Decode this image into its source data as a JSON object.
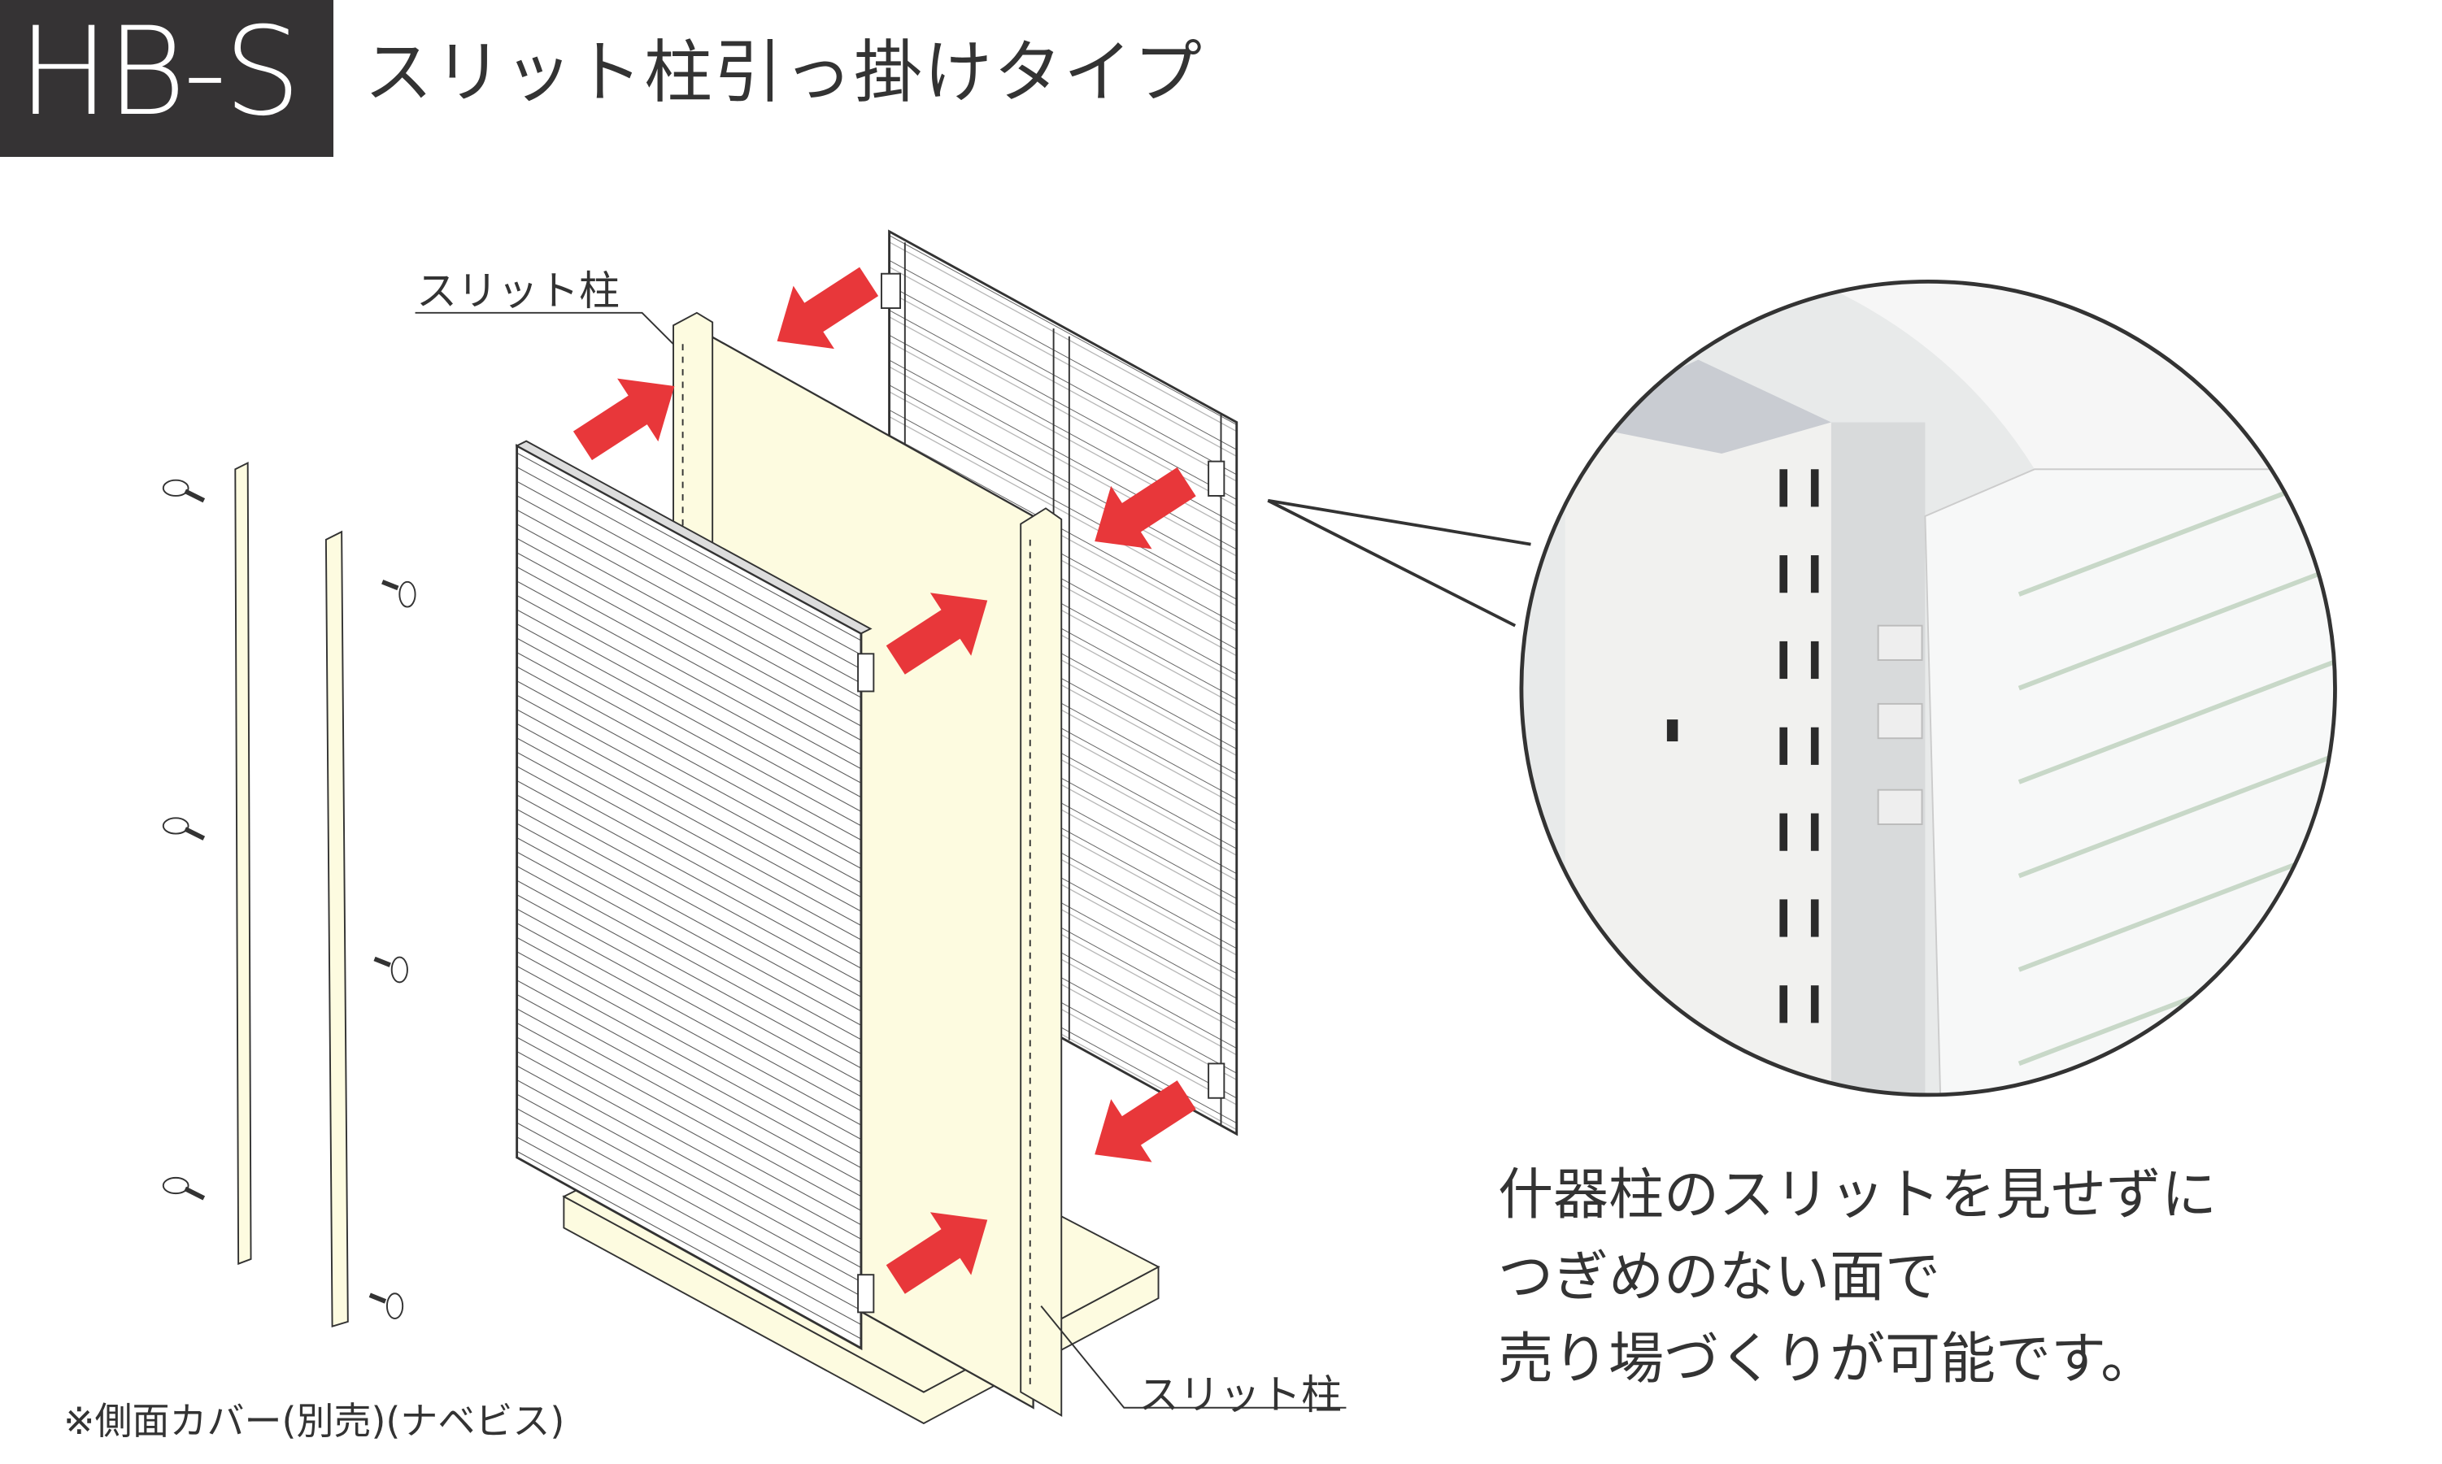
{
  "header": {
    "code": "HB-S",
    "title": "スリット柱引っ掛けタイプ"
  },
  "diagram": {
    "label_top": "スリット柱",
    "label_bottom": "スリット柱",
    "caption": "※側面カバー(別売)(ナベビス)",
    "arrow_color": "#e8373a",
    "panel_color": "#fdfbe0"
  },
  "description": {
    "lines": [
      "什器柱のスリットを見せずに",
      "つぎめのない面で",
      "売り場づくりが可能です。"
    ]
  }
}
